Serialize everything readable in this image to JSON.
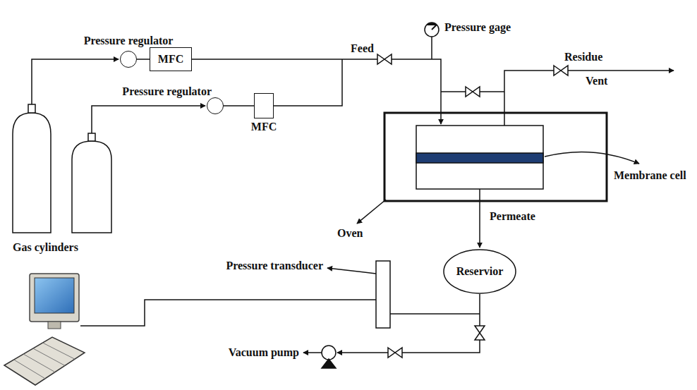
{
  "diagram": {
    "nodes": [
      {
        "text": [
          "Pressure regulator"
        ]
      },
      {
        "text": [
          "MFC"
        ]
      },
      {
        "text": [
          "Pressure regulator"
        ]
      },
      {
        "text": [
          "MFC"
        ]
      },
      {
        "text": [
          "Reservior"
        ]
      }
    ],
    "edges": [
      {
        "from": 0,
        "to": 1,
        "arrow": "none"
      },
      {
        "from": 2,
        "to": 3,
        "arrow": "none"
      }
    ],
    "labels": [
      "Pressure gage",
      "Feed",
      "Residue",
      "Vent",
      "Membrane cell",
      "Oven",
      "Permeate",
      "Pressure transducer",
      "Vacuum pump",
      "Gas cylinders"
    ]
  }
}
